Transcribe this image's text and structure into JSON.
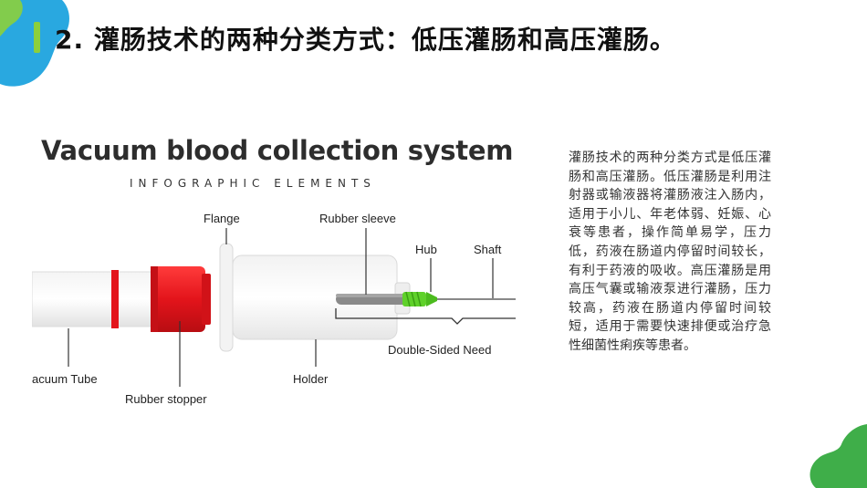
{
  "slide": {
    "title": "2.  灌肠技术的两种分类方式：低压灌肠和高压灌肠。",
    "accent_color": "#8ccf3c",
    "decor_colors": [
      "#29a8e0",
      "#8ccf3c",
      "#3fae49"
    ]
  },
  "infographic": {
    "title": "Vacuum blood collection system",
    "subtitle": "INFOGRAPHIC ELEMENTS",
    "labels": {
      "flange": "Flange",
      "rubber_sleeve": "Rubber sleeve",
      "hub": "Hub",
      "shaft": "Shaft",
      "double_sided_needle": "Double-Sided Need",
      "vacuum_tube": "acuum Tube",
      "rubber_stopper": "Rubber stopper",
      "holder": "Holder"
    },
    "colors": {
      "stopper_red": "#e3141b",
      "hub_green": "#5fd12a"
    }
  },
  "body": {
    "paragraph": "灌肠技术的两种分类方式是低压灌肠和高压灌肠。低压灌肠是利用注射器或输液器将灌肠液注入肠内，适用于小儿、年老体弱、妊娠、心衰等患者，操作简单易学，压力低，药液在肠道内停留时间较长，有利于药液的吸收。高压灌肠是用高压气囊或输液泵进行灌肠，压力较高，药液在肠道内停留时间较短，适用于需要快速排便或治疗急性细菌性痢疾等患者。"
  }
}
